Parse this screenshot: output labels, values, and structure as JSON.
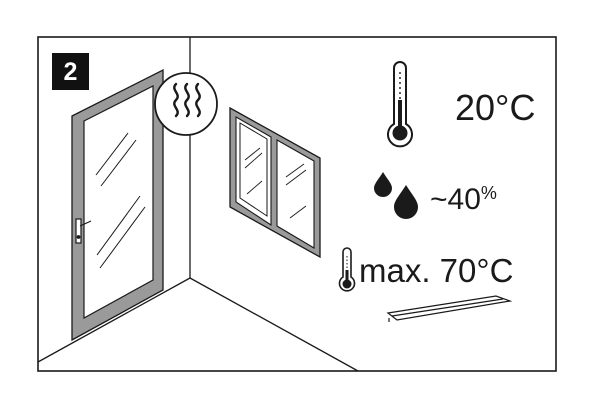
{
  "step": {
    "number": "2"
  },
  "conditions": {
    "temperature": "20°C",
    "humidity": "~40",
    "humidity_unit": "%",
    "max_temperature": "max. 70°C"
  },
  "icons": {
    "heat": "heat-waves-icon",
    "thermometer": "thermometer-icon",
    "droplets": "water-droplets-icon",
    "small_thermometer": "small-thermometer-icon",
    "heater": "heater-icon"
  },
  "colors": {
    "line": "#1a1a1a",
    "frame_gray": "#9a9a9a",
    "badge": "#111111"
  }
}
